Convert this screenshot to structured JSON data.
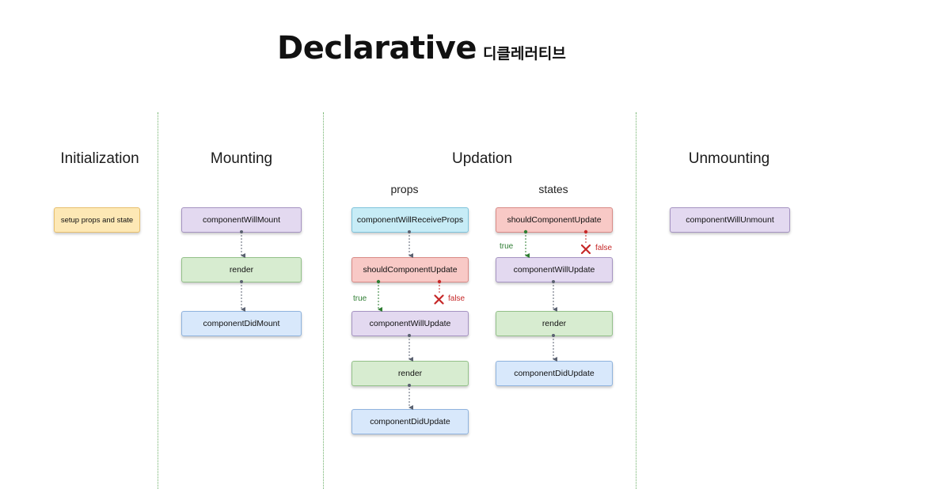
{
  "title": {
    "main": "Declarative",
    "sub": "디클레러티브"
  },
  "phases": {
    "initialization": "Initialization",
    "mounting": "Mounting",
    "updation": "Updation",
    "unmounting": "Unmounting"
  },
  "updation_sub": {
    "props": "props",
    "states": "states"
  },
  "initialization": {
    "setup": "setup props and state"
  },
  "mounting": {
    "will_mount": "componentWillMount",
    "render": "render",
    "did_mount": "componentDidMount"
  },
  "props_flow": {
    "will_receive_props": "componentWillReceiveProps",
    "should_update": "shouldComponentUpdate",
    "true_label": "true",
    "false_label": "false",
    "will_update": "componentWillUpdate",
    "render": "render",
    "did_update": "componentDidUpdate"
  },
  "states_flow": {
    "should_update": "shouldComponentUpdate",
    "true_label": "true",
    "false_label": "false",
    "will_update": "componentWillUpdate",
    "render": "render",
    "did_update": "componentDidUpdate"
  },
  "unmounting": {
    "will_unmount": "componentWillUnmount"
  },
  "colors": {
    "connector": "#5a6170",
    "true": "#2e7d32",
    "false": "#c62828",
    "divider": "#6fb06a"
  }
}
